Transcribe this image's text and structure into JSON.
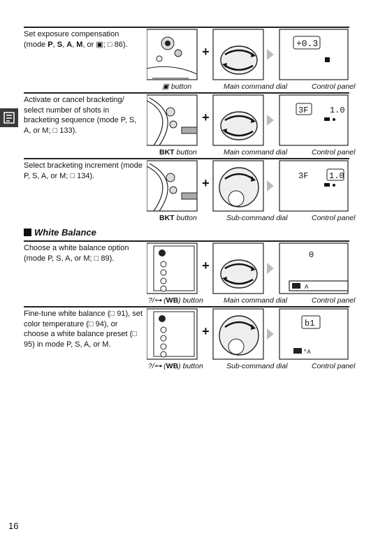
{
  "page_number": "16",
  "section_title": "White Balance",
  "rows": [
    {
      "text_parts": [
        "Set exposure compensation (mode ",
        "P",
        ", ",
        "S",
        ", ",
        "A",
        ", ",
        "M",
        ", or ",
        "▣",
        "; ",
        "□",
        " 86)."
      ],
      "text": "Set exposure compensation (mode P, S, A, M, or ▣; □ 86).",
      "cap_button": "▣ button",
      "cap_dial": "Main command dial",
      "cap_panel": "Control panel",
      "lcd_text": "+0.3"
    },
    {
      "text": "Activate or cancel bracketing/ select number of shots in bracketing sequence (mode P, S, A, or M; □ 133).",
      "cap_button_bold": "BKT",
      "cap_button": " button",
      "cap_dial": "Main command dial",
      "cap_panel": "Control panel",
      "lcd_left": "3F",
      "lcd_right": "1.0"
    },
    {
      "text": "Select bracketing increment (mode P, S, A, or M; □ 134).",
      "cap_button_bold": "BKT",
      "cap_button": " button",
      "cap_dial": "Sub-command dial",
      "cap_panel": "Control panel",
      "lcd_left": "3F",
      "lcd_right": "1.0"
    },
    {
      "text": "Choose a white balance option (mode P, S, A, or M; □ 89).",
      "cap_button_pre": "?/⊶ (",
      "cap_button_bold": "WB",
      "cap_button": ") button",
      "cap_dial": "Main command dial",
      "cap_panel": "Control panel",
      "lcd_top": "0",
      "lcd_bottom": "A"
    },
    {
      "text": "Fine-tune white balance (□ 91), set color temperature (□ 94), or choose a white balance preset (□ 95) in mode P, S, A, or M.",
      "cap_button_pre": "?/⊶ (",
      "cap_button_bold": "WB",
      "cap_button": ") button",
      "cap_dial": "Sub-command dial",
      "cap_panel": "Control panel",
      "lcd_top": "b1",
      "lcd_bottom": "*A"
    }
  ]
}
